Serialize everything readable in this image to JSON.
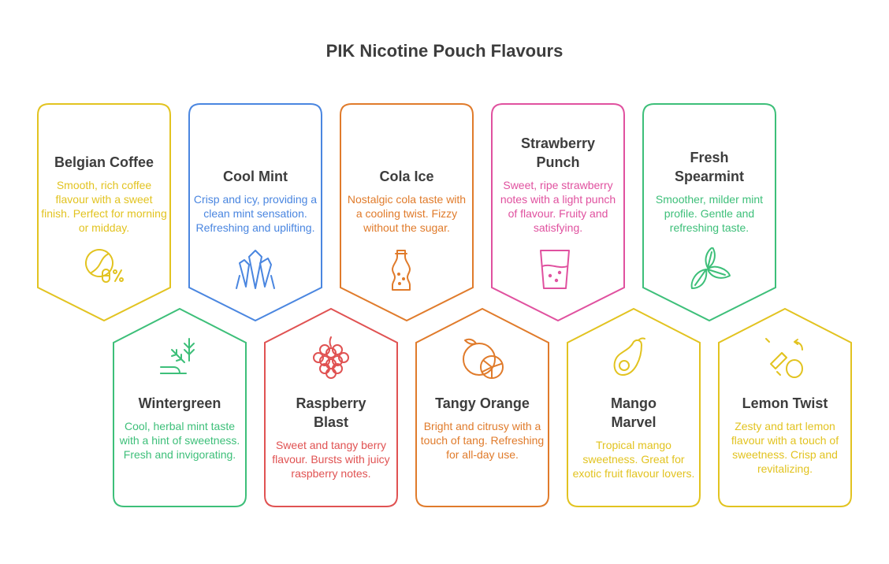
{
  "title": "PIK Nicotine Pouch Flavours",
  "colors": {
    "yellow": "#e2c320",
    "blue": "#4a86e0",
    "orange": "#e07b2b",
    "pink": "#e0519f",
    "green": "#3dbf79",
    "red": "#e05252"
  },
  "flavours": [
    {
      "name": "Belgian Coffee",
      "desc": "Smooth, rich coffee flavour with a sweet finish. Perfect for morning or midday.",
      "icon": "coffee-bean-icon"
    },
    {
      "name": "Cool Mint",
      "desc": "Crisp and icy, providing a clean mint sensation. Refreshing and uplifting.",
      "icon": "ice-crystal-icon"
    },
    {
      "name": "Cola Ice",
      "desc": "Nostalgic cola taste with a cooling twist. Fizzy without the sugar.",
      "icon": "cola-bottle-icon"
    },
    {
      "name": "Strawberry Punch",
      "desc": "Sweet, ripe strawberry notes with a light punch of flavour. Fruity and satisfying.",
      "icon": "punch-glass-icon"
    },
    {
      "name": "Fresh Spearmint",
      "desc": "Smoother, milder mint profile. Gentle and refreshing taste.",
      "icon": "mint-leaves-icon"
    },
    {
      "name": "Wintergreen",
      "desc": "Cool, herbal mint taste with a hint of sweetness. Fresh and invigorating.",
      "icon": "herb-sprig-icon"
    },
    {
      "name": "Raspberry Blast",
      "desc": "Sweet and tangy berry flavour. Bursts with juicy raspberry notes.",
      "icon": "raspberry-icon"
    },
    {
      "name": "Tangy Orange",
      "desc": "Bright and citrusy with a touch of tang. Refreshing for all-day use.",
      "icon": "orange-icon"
    },
    {
      "name": "Mango Marvel",
      "desc": "Tropical mango sweetness. Great for exotic fruit flavour lovers.",
      "icon": "mango-icon"
    },
    {
      "name": "Lemon Twist",
      "desc": "Zesty and tart lemon flavour with a touch of sweetness. Crisp and revitalizing.",
      "icon": "lemon-icon"
    }
  ]
}
